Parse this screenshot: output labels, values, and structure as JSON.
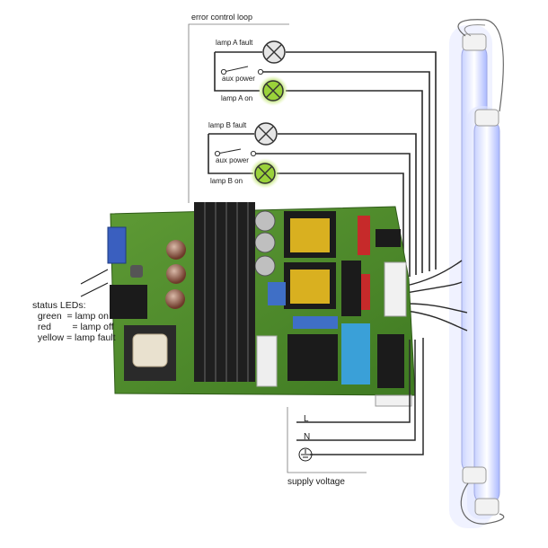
{
  "title": "error control loop",
  "lamp_a": {
    "fault": "lamp A fault",
    "aux": "aux power",
    "on": "lamp A on"
  },
  "lamp_b": {
    "fault": "lamp B fault",
    "aux": "aux power",
    "on": "lamp B on"
  },
  "status_leds": {
    "heading": "status LEDs:",
    "rows": [
      {
        "color": "green",
        "eq": "=",
        "meaning": "lamp on"
      },
      {
        "color": "red",
        "eq": "=",
        "meaning": "lamp off"
      },
      {
        "color": "yellow",
        "eq": "=",
        "meaning": "lamp fault"
      }
    ]
  },
  "supply": {
    "L": "L",
    "N": "N",
    "title": "supply voltage"
  },
  "colors": {
    "pcb": "#4c8a2a",
    "heatsink": "#1f1f1f",
    "lamp_glow": "#b9c6ff",
    "indicator_on": "#9ad23a",
    "wire": "#2a2a2a"
  }
}
